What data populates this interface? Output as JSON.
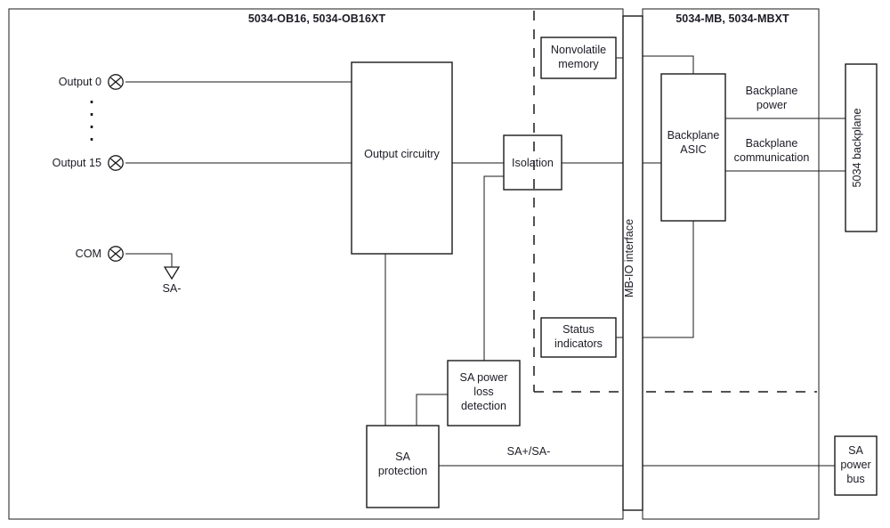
{
  "diagram": {
    "title_left_panel": "5034-OB16, 5034-OB16XT",
    "title_right_panel": "5034-MB, 5034-MBXT",
    "terminals": [
      {
        "label": "Output 0",
        "icon": "screw-terminal-icon"
      },
      {
        "label": "Output 15",
        "icon": "screw-terminal-icon"
      },
      {
        "label": "COM",
        "icon": "screw-terminal-icon"
      }
    ],
    "ground_label": "SA-",
    "blocks": {
      "output_circuitry": "Output circuitry",
      "isolation": "Isolation",
      "nonvolatile_memory_line1": "Nonvolatile",
      "nonvolatile_memory_line2": "memory",
      "status_indicators_line1": "Status",
      "status_indicators_line2": "indicators",
      "sa_power_loss_line1": "SA power",
      "sa_power_loss_line2": "loss",
      "sa_power_loss_line3": "detection",
      "sa_protection_line1": "SA",
      "sa_protection_line2": "protection",
      "mb_io_interface": "MB-IO interface",
      "backplane_asic_line1": "Backplane",
      "backplane_asic_line2": "ASIC",
      "backplane_5034": "5034 backplane",
      "sa_power_bus_line1": "SA",
      "sa_power_bus_line2": "power",
      "sa_power_bus_line3": "bus"
    },
    "connection_labels": {
      "backplane_power_line1": "Backplane",
      "backplane_power_line2": "power",
      "backplane_comm_line1": "Backplane",
      "backplane_comm_line2": "communication",
      "sa_bus": "SA+/SA-"
    },
    "colors": {
      "line": "#1a1a1a",
      "text": "#1c1c26",
      "background": "#ffffff"
    }
  }
}
